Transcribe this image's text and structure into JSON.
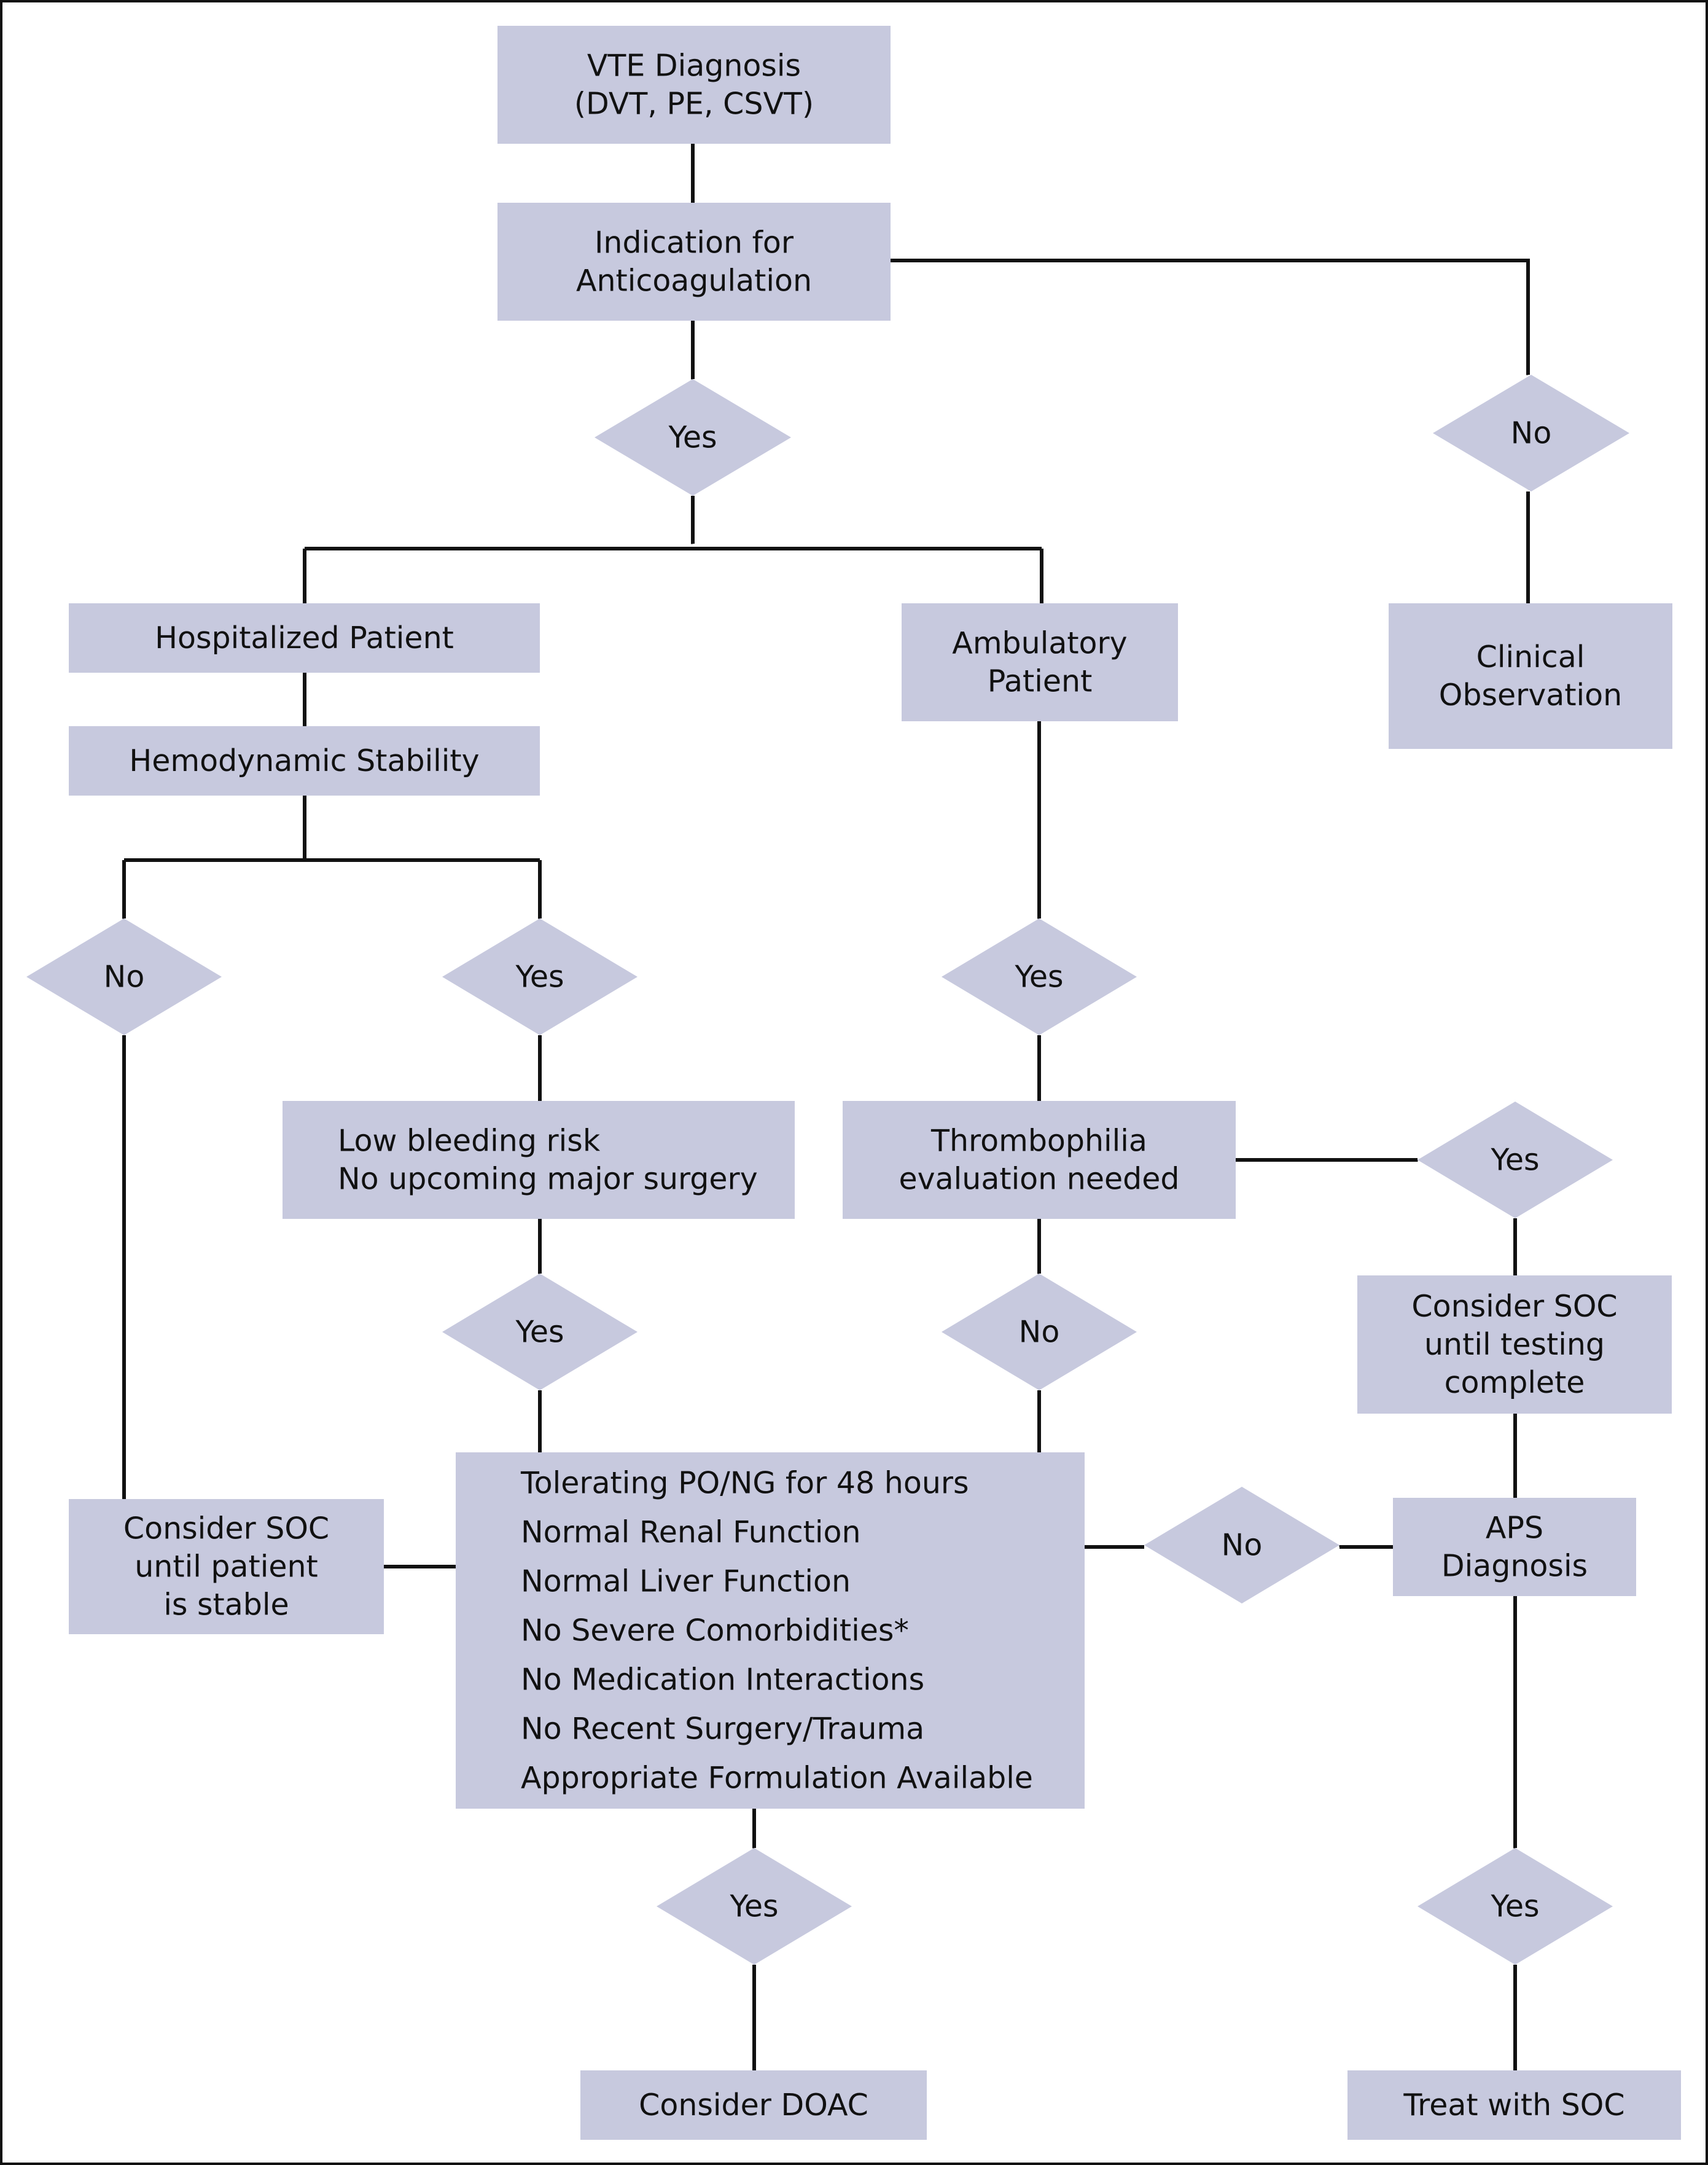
{
  "colors": {
    "box_fill": "#c7c9de",
    "line": "#111111",
    "border": "#111111",
    "background": "#ffffff"
  },
  "nodes": {
    "vte_diagnosis": {
      "lines": [
        "VTE Diagnosis",
        "(DVT, PE, CSVT)"
      ]
    },
    "indication": {
      "lines": [
        "Indication for",
        "Anticoagulation"
      ]
    },
    "indication_yes": {
      "lines": [
        "Yes"
      ]
    },
    "indication_no": {
      "lines": [
        "No"
      ]
    },
    "hospitalized": {
      "lines": [
        "Hospitalized Patient"
      ]
    },
    "ambulatory": {
      "lines": [
        "Ambulatory",
        "Patient"
      ]
    },
    "clinical_observation": {
      "lines": [
        "Clinical",
        "Observation"
      ]
    },
    "hemodynamic": {
      "lines": [
        "Hemodynamic Stability"
      ]
    },
    "hemo_no": {
      "lines": [
        "No"
      ]
    },
    "hemo_yes": {
      "lines": [
        "Yes"
      ]
    },
    "amb_yes": {
      "lines": [
        "Yes"
      ]
    },
    "low_bleeding": {
      "lines": [
        "Low bleeding risk",
        "No upcoming major surgery"
      ]
    },
    "thrombophilia": {
      "lines": [
        "Thrombophilia",
        "evaluation needed"
      ]
    },
    "thrombo_yes": {
      "lines": [
        "Yes"
      ]
    },
    "bleeding_yes": {
      "lines": [
        "Yes"
      ]
    },
    "thrombo_no": {
      "lines": [
        "No"
      ]
    },
    "soc_testing": {
      "lines": [
        "Consider SOC",
        "until testing",
        "complete"
      ]
    },
    "soc_stable": {
      "lines": [
        "Consider SOC",
        "until patient",
        "is stable"
      ]
    },
    "criteria": {
      "lines": [
        "Tolerating PO/NG for 48 hours",
        "Normal Renal Function",
        "Normal Liver Function",
        "No Severe Comorbidities*",
        "No Medication Interactions",
        "No Recent Surgery/Trauma",
        "Appropriate Formulation Available"
      ]
    },
    "aps_no": {
      "lines": [
        "No"
      ]
    },
    "aps": {
      "lines": [
        "APS",
        "Diagnosis"
      ]
    },
    "criteria_yes": {
      "lines": [
        "Yes"
      ]
    },
    "aps_yes": {
      "lines": [
        "Yes"
      ]
    },
    "doac": {
      "lines": [
        "Consider DOAC"
      ]
    },
    "treat_soc": {
      "lines": [
        "Treat with SOC"
      ]
    }
  }
}
